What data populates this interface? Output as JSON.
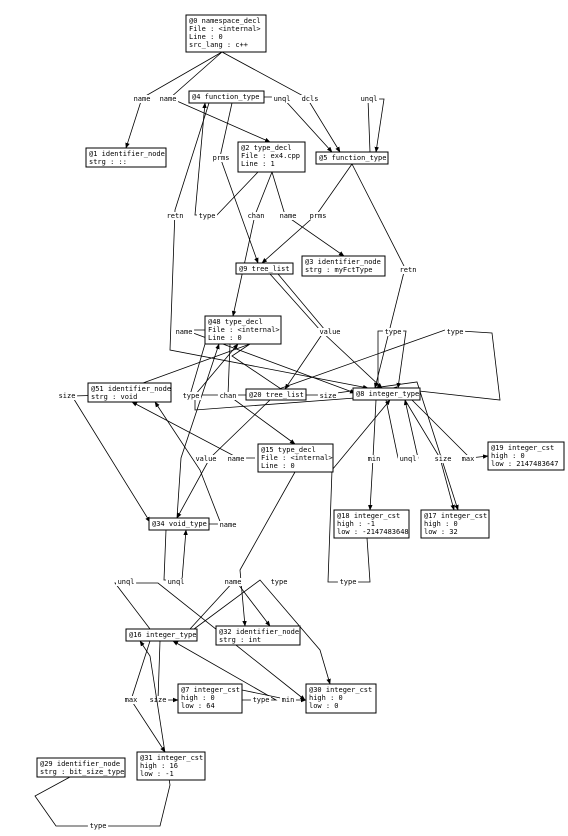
{
  "nodes": [
    {
      "id": "n0",
      "lines": [
        "@0 namespace_decl",
        "File : <internal>",
        "Line : 0",
        "src_lang : c++"
      ]
    },
    {
      "id": "n1",
      "lines": [
        "@1 identifier_node",
        "strg : ::"
      ]
    },
    {
      "id": "n4",
      "lines": [
        "@4 function_type"
      ]
    },
    {
      "id": "n2",
      "lines": [
        "@2 type_decl",
        "File : ex4.cpp",
        "Line : 1"
      ]
    },
    {
      "id": "n5",
      "lines": [
        "@5 function_type"
      ]
    },
    {
      "id": "n3",
      "lines": [
        "@3 identifier_node",
        "strg : myFctType"
      ]
    },
    {
      "id": "n9",
      "lines": [
        "@9 tree_list"
      ]
    },
    {
      "id": "n48",
      "lines": [
        "@48 type_decl",
        "File : <internal>",
        "Line : 0"
      ]
    },
    {
      "id": "n51",
      "lines": [
        "@51 identifier_node",
        "strg : void"
      ]
    },
    {
      "id": "n20",
      "lines": [
        "@20 tree_list"
      ]
    },
    {
      "id": "n8",
      "lines": [
        "@8 integer_type"
      ]
    },
    {
      "id": "n19",
      "lines": [
        "@19 integer_cst",
        "high : 0",
        "low : 2147483647"
      ]
    },
    {
      "id": "n15",
      "lines": [
        "@15 type_decl",
        "File : <internal>",
        "Line : 0"
      ]
    },
    {
      "id": "n34",
      "lines": [
        "@34 void_type"
      ]
    },
    {
      "id": "n18",
      "lines": [
        "@18 integer_cst",
        "high : -1",
        "low : -2147483648"
      ]
    },
    {
      "id": "n17",
      "lines": [
        "@17 integer_cst",
        "high : 0",
        "low : 32"
      ]
    },
    {
      "id": "n16",
      "lines": [
        "@16 integer_type"
      ]
    },
    {
      "id": "n32",
      "lines": [
        "@32 identifier_node",
        "strg : int"
      ]
    },
    {
      "id": "n7",
      "lines": [
        "@7 integer_cst",
        "high : 0",
        "low : 64"
      ]
    },
    {
      "id": "n30",
      "lines": [
        "@30 integer_cst",
        "high : 0",
        "low : 0"
      ]
    },
    {
      "id": "n29",
      "lines": [
        "@29 identifier_node",
        "strg : bit_size_type"
      ]
    },
    {
      "id": "n31",
      "lines": [
        "@31 integer_cst",
        "high : 16",
        "low : -1"
      ]
    }
  ],
  "edges": [
    {
      "id": "e1",
      "label": "name"
    },
    {
      "id": "e2",
      "label": "name"
    },
    {
      "id": "e3",
      "label": "unql"
    },
    {
      "id": "e4",
      "label": "dcls"
    },
    {
      "id": "e5",
      "label": "unql"
    },
    {
      "id": "e6",
      "label": "prms"
    },
    {
      "id": "e7",
      "label": "type"
    },
    {
      "id": "e8",
      "label": "chan"
    },
    {
      "id": "e9",
      "label": "name"
    },
    {
      "id": "e10",
      "label": "prms"
    },
    {
      "id": "e11",
      "label": "retn"
    },
    {
      "id": "e12",
      "label": "retn"
    },
    {
      "id": "e13",
      "label": "chan"
    },
    {
      "id": "e14",
      "label": "value"
    },
    {
      "id": "e15",
      "label": "name"
    },
    {
      "id": "e16",
      "label": "type"
    },
    {
      "id": "e17",
      "label": "type"
    },
    {
      "id": "e18",
      "label": "size"
    },
    {
      "id": "e19",
      "label": "type"
    },
    {
      "id": "e20",
      "label": "chan"
    },
    {
      "id": "e21",
      "label": "size"
    },
    {
      "id": "e22",
      "label": "value"
    },
    {
      "id": "e23",
      "label": "name"
    },
    {
      "id": "e24",
      "label": "min"
    },
    {
      "id": "e25",
      "label": "unql"
    },
    {
      "id": "e26",
      "label": "size"
    },
    {
      "id": "e27",
      "label": "max"
    },
    {
      "id": "e28",
      "label": "name"
    },
    {
      "id": "e29",
      "label": "unql"
    },
    {
      "id": "e30",
      "label": "type"
    },
    {
      "id": "e31",
      "label": "type"
    },
    {
      "id": "e32",
      "label": "unql"
    },
    {
      "id": "e33",
      "label": "name"
    },
    {
      "id": "e34",
      "label": "type"
    },
    {
      "id": "e35",
      "label": "name"
    },
    {
      "id": "e36",
      "label": "max"
    },
    {
      "id": "e37",
      "label": "size"
    },
    {
      "id": "e38",
      "label": "type"
    },
    {
      "id": "e39",
      "label": "min"
    },
    {
      "id": "e40",
      "label": "type"
    }
  ]
}
